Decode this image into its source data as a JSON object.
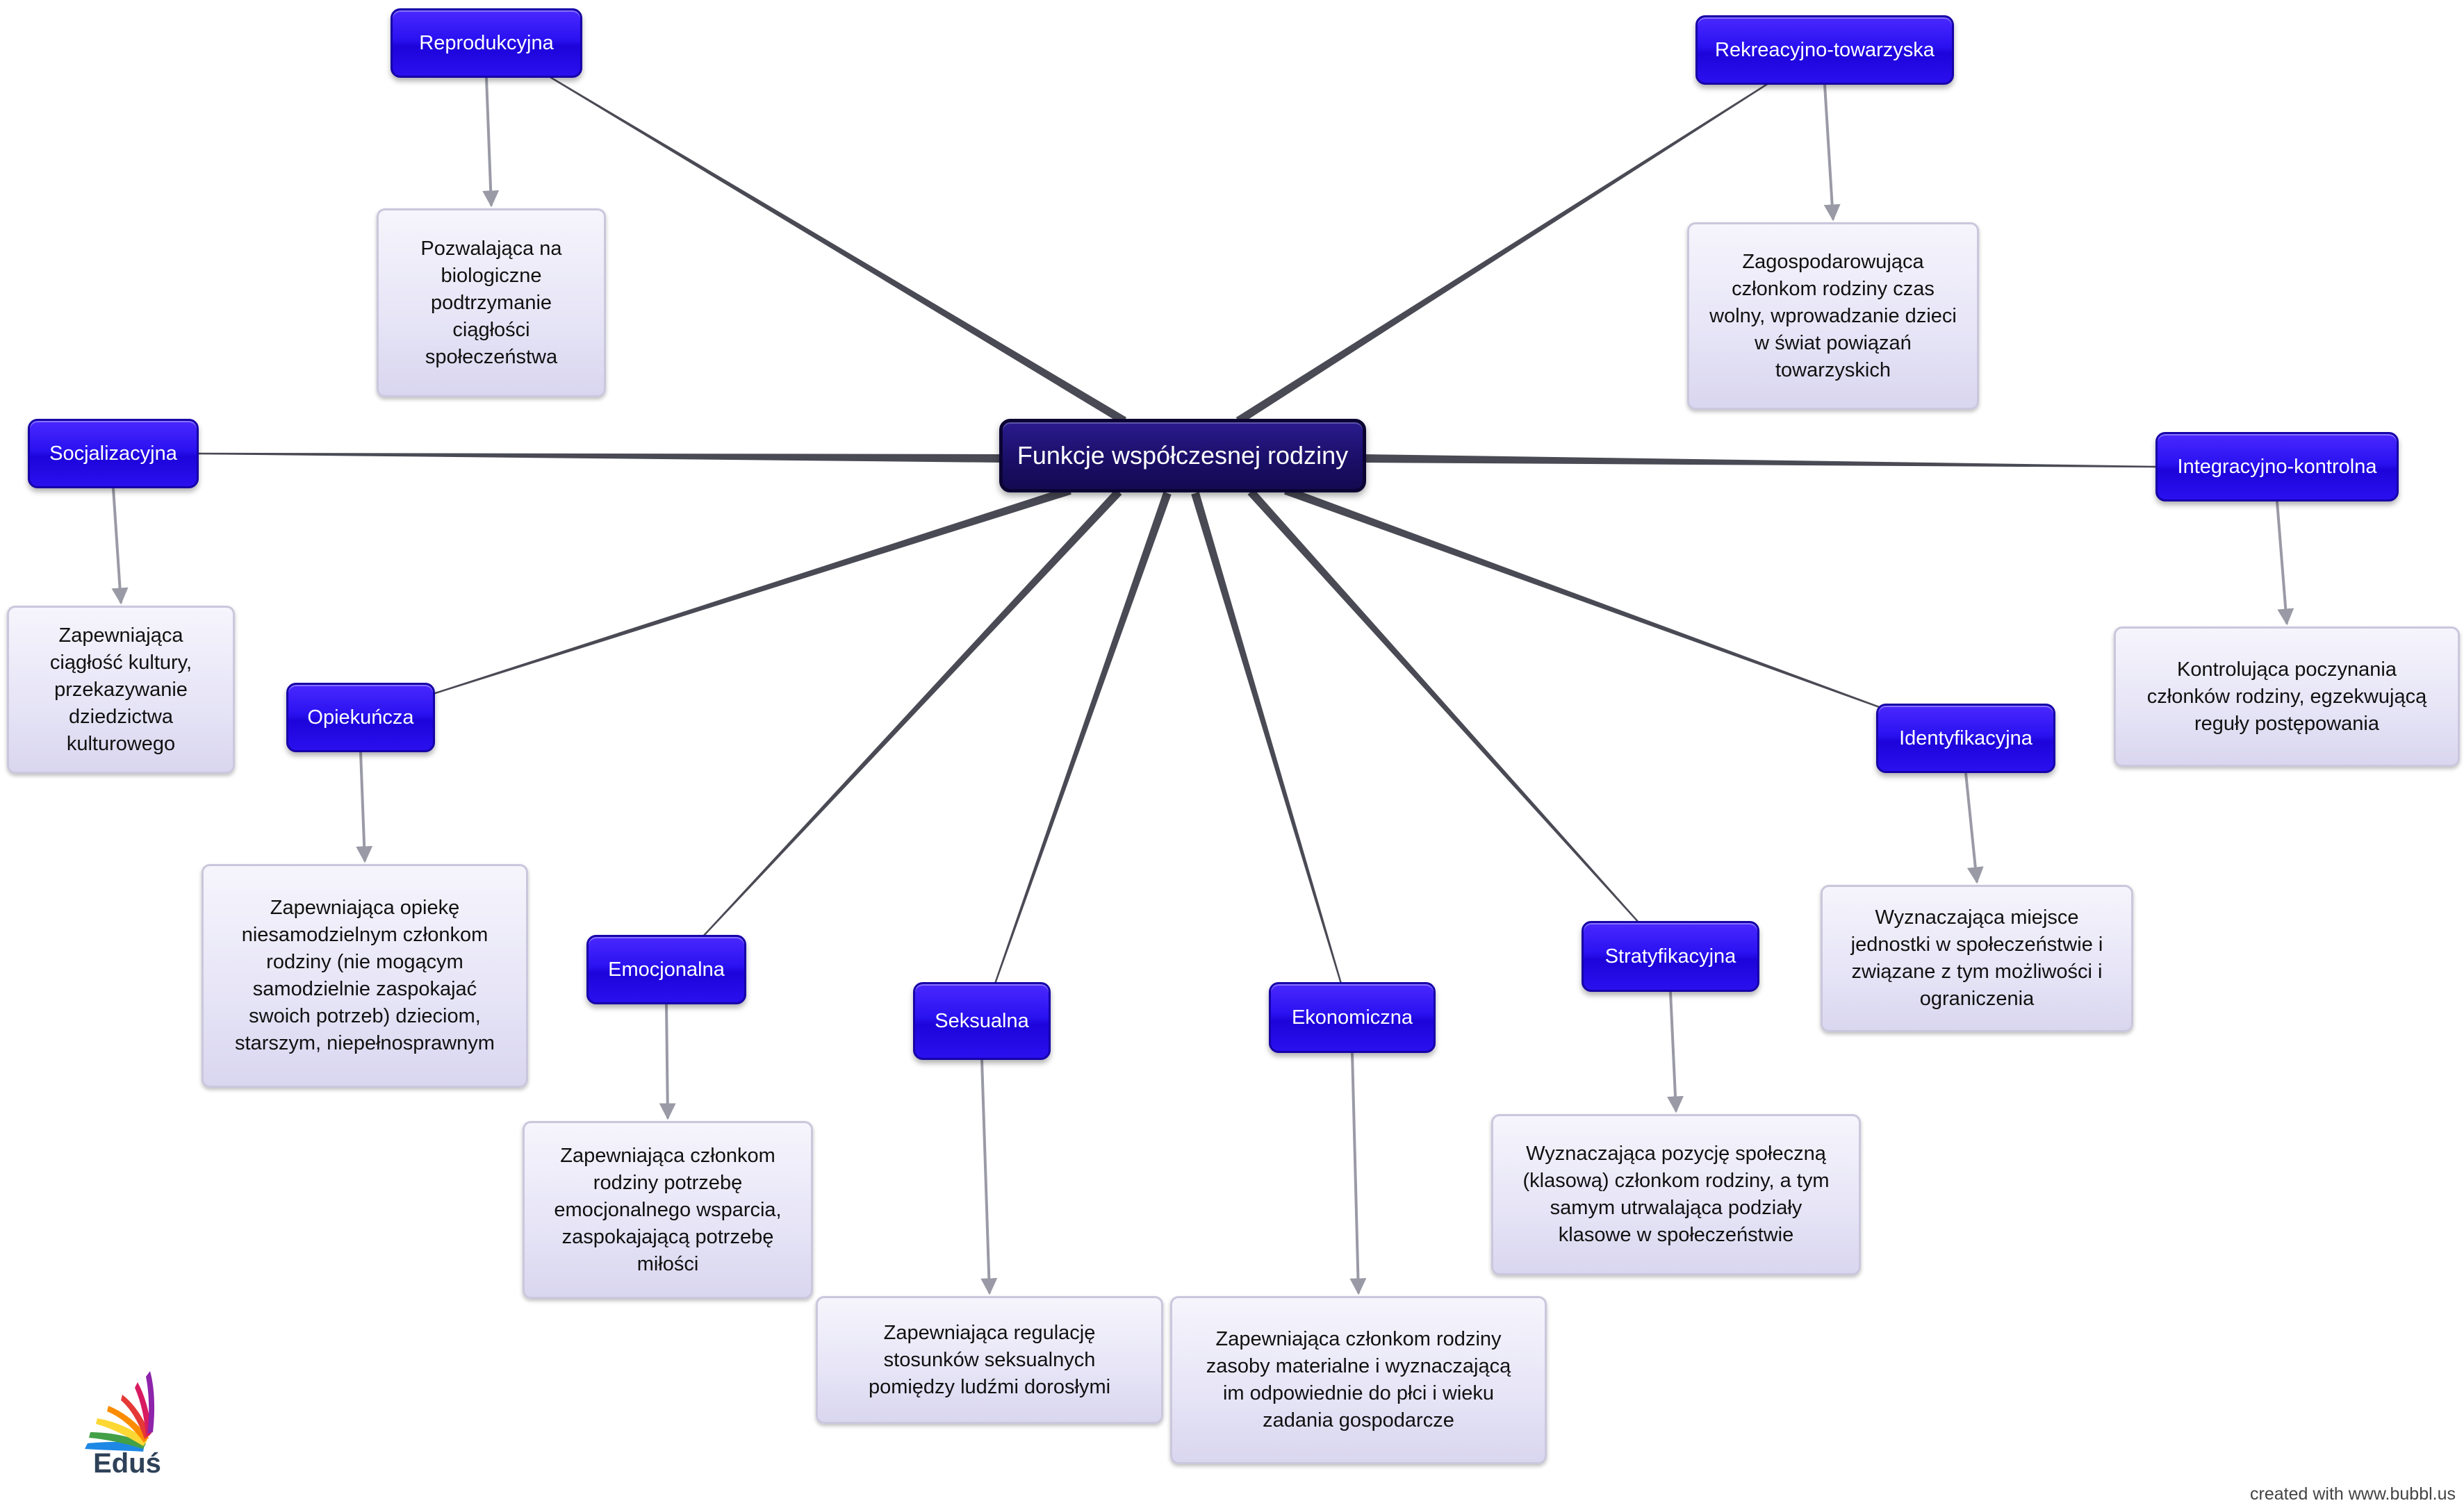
{
  "diagram": {
    "center": "Funkcje współczesnej rodziny",
    "functions": [
      {
        "id": "reprodukcyjna",
        "label": "Reprodukcyjna",
        "description": "Pozwalająca na\nbiologiczne\npodtrzymanie\nciągłości\nspołeczeństwa"
      },
      {
        "id": "rekreacyjno-towarzyska",
        "label": "Rekreacyjno-towarzyska",
        "description": "Zagospodarowująca\nczłonkom rodziny czas\nwolny, wprowadzanie dzieci\nw świat powiązań\ntowarzyskich"
      },
      {
        "id": "socjalizacyjna",
        "label": "Socjalizacyjna",
        "description": "Zapewniająca\nciągłość kultury,\nprzekazywanie\ndziedzictwa\nkulturowego"
      },
      {
        "id": "integracyjno-kontrolna",
        "label": "Integracyjno-kontrolna",
        "description": "Kontrolująca poczynania\nczłonków rodziny, egzekwującą\nreguły postępowania"
      },
      {
        "id": "opiekuncza",
        "label": "Opiekuńcza",
        "description": "Zapewniająca opiekę\nniesamodzielnym członkom\nrodziny (nie mogącym\nsamodzielnie zaspokajać\nswoich potrzeb) dzieciom,\nstarszym, niepełnosprawnym"
      },
      {
        "id": "identyfikacyjna",
        "label": "Identyfikacyjna",
        "description": "Wyznaczająca miejsce\njednostki w społeczeństwie i\nzwiązane z tym możliwości i\nograniczenia"
      },
      {
        "id": "emocjonalna",
        "label": "Emocjonalna",
        "description": "Zapewniająca członkom\nrodziny potrzebę\nemocjonalnego wsparcia,\nzaspokajającą potrzebę\nmiłości"
      },
      {
        "id": "seksualna",
        "label": "Seksualna",
        "description": "Zapewniająca regulację\nstosunków seksualnych\npomiędzy ludźmi dorosłymi"
      },
      {
        "id": "ekonomiczna",
        "label": "Ekonomiczna",
        "description": "Zapewniająca członkom rodziny\nzasoby materialne i wyznaczającą\nim odpowiednie do płci i wieku\nzadania gospodarcze"
      },
      {
        "id": "stratyfikacyjna",
        "label": "Stratyfikacyjna",
        "description": "Wyznaczająca pozycję społeczną\n(klasową) członkom rodziny, a tym\nsamym utrwalająca podziały\nklasowe w społeczeństwie"
      }
    ]
  },
  "branding": {
    "logo_text": "Eduś",
    "credit": "created with www.bubbl.us"
  },
  "colors": {
    "center_fill": "#1a0f68",
    "function_fill": "#2a10ee",
    "description_fill": "#e6e4f6",
    "connector": "#4a4a55",
    "arrow": "#9a9aa6"
  },
  "icons": {
    "logo": "fan-logo-icon"
  }
}
